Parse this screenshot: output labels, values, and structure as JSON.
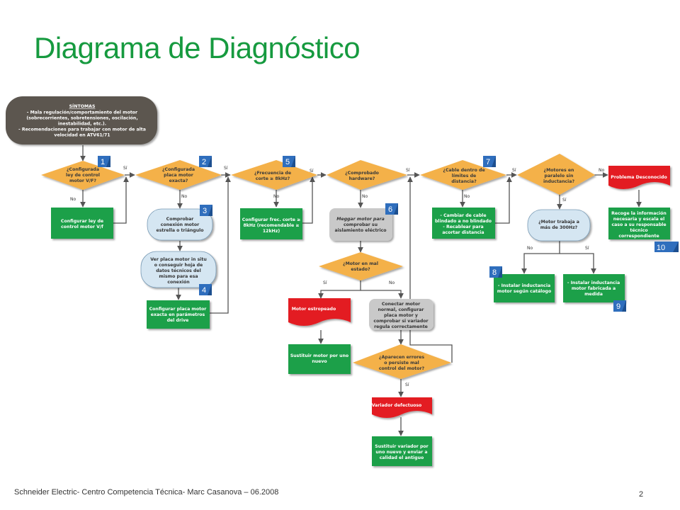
{
  "title": "Diagrama de Diagnóstico",
  "footer": "Schneider Electric- Centro Competencia Técnica- Marc Casanova – 06.2008",
  "page_number": "2",
  "colors": {
    "title": "#169a3f",
    "decision": "#f4b14a",
    "action": "#1ea04a",
    "process": "#d5e6f2",
    "gray_process": "#c9c9c9",
    "alert": "#e31e24",
    "marker": "#2f6ebd",
    "symptom": "#5b5750"
  },
  "symptoms": {
    "heading": "SÍNTOMAS",
    "lines": [
      "- Mala regulación/comportamiento del motor",
      "(sobrecorrientes, sobretensiones, oscilación,",
      "inestabilidad, etc.).",
      "- Recomendaciones para trabajar con motor de alta",
      "velocidad en ATV61/71"
    ]
  },
  "labels": {
    "yes": "Sí",
    "no": "No"
  },
  "decisions": [
    {
      "id": "d1",
      "lines": [
        "¿Configurada",
        "ley de control",
        "motor V/F?"
      ]
    },
    {
      "id": "d2",
      "lines": [
        "¿Configurada",
        "placa motor",
        "exacta?"
      ]
    },
    {
      "id": "d3",
      "lines": [
        "¿Frecuencia de",
        "corte ≥ 8kHz?"
      ]
    },
    {
      "id": "d4",
      "lines": [
        "¿Comprobado",
        "hardware?"
      ]
    },
    {
      "id": "d5",
      "lines": [
        "¿Cable dentro de",
        "límites de",
        "distancia?"
      ]
    },
    {
      "id": "d6",
      "lines": [
        "¿Motores en",
        "paralelo sin",
        "inductancia?"
      ]
    },
    {
      "id": "d7",
      "lines": [
        "¿Motor en mal",
        "estado?"
      ]
    },
    {
      "id": "d8",
      "lines": [
        "¿Aparecen errores",
        "o persiste mal",
        "control del motor?"
      ]
    }
  ],
  "actions": [
    {
      "id": "a1",
      "lines": [
        "Configurar ley de",
        "control motor V/f"
      ]
    },
    {
      "id": "a2",
      "lines": [
        "Configurar placa motor",
        "exacta en parámetros",
        "del drive"
      ]
    },
    {
      "id": "a3",
      "lines": [
        "Configurar frec. corte ≥",
        "8kHz (recomendable ≥",
        "12kHz)"
      ]
    },
    {
      "id": "a4",
      "lines": [
        "- Cambiar de cable",
        "blindado a no blindado",
        "- Recablear para",
        "acortar distancia"
      ]
    },
    {
      "id": "a5",
      "lines": [
        "Recoge la información",
        "necesaria y escala el",
        "caso a su responsable",
        "técnico",
        "correspondiente"
      ]
    },
    {
      "id": "a6",
      "lines": [
        "- Instalar inductancia",
        "motor según catálogo"
      ]
    },
    {
      "id": "a7",
      "lines": [
        "- Instalar inductancia",
        "motor fabricada a",
        "medida"
      ]
    },
    {
      "id": "a8",
      "lines": [
        "Sustituir motor por uno",
        "nuevo"
      ]
    },
    {
      "id": "a9",
      "lines": [
        "Sustituir variador por",
        "uno nuevo y enviar a",
        "calidad el antiguo"
      ]
    }
  ],
  "processes": [
    {
      "id": "p1",
      "lines": [
        "Comprobar",
        "conexión motor",
        "estrella o triángulo"
      ]
    },
    {
      "id": "p2",
      "lines": [
        "Ver placa motor in situ",
        "o conseguir hoja de",
        "datos técnicos del",
        "mismo para esa",
        "conexión"
      ]
    },
    {
      "id": "p3",
      "lines": [
        "¿Motor trabaja a",
        "más de 300Hz?"
      ]
    }
  ],
  "gray_processes": [
    {
      "id": "g1",
      "lines": [
        "Meggar motor para",
        "comprobar su",
        "aislamiento eléctrico"
      ]
    },
    {
      "id": "g2",
      "lines": [
        "Conectar motor",
        "normal, configurar",
        "placa motor y",
        "comprobar si variador",
        "regula correctamente"
      ]
    }
  ],
  "alerts": [
    {
      "id": "r1",
      "text": "Problema Desconocido"
    },
    {
      "id": "r2",
      "text": "Motor estropeado"
    },
    {
      "id": "r3",
      "text": "Variador defectuoso"
    }
  ],
  "markers": [
    "1",
    "2",
    "3",
    "4",
    "5",
    "6",
    "7",
    "8",
    "9",
    "10"
  ]
}
